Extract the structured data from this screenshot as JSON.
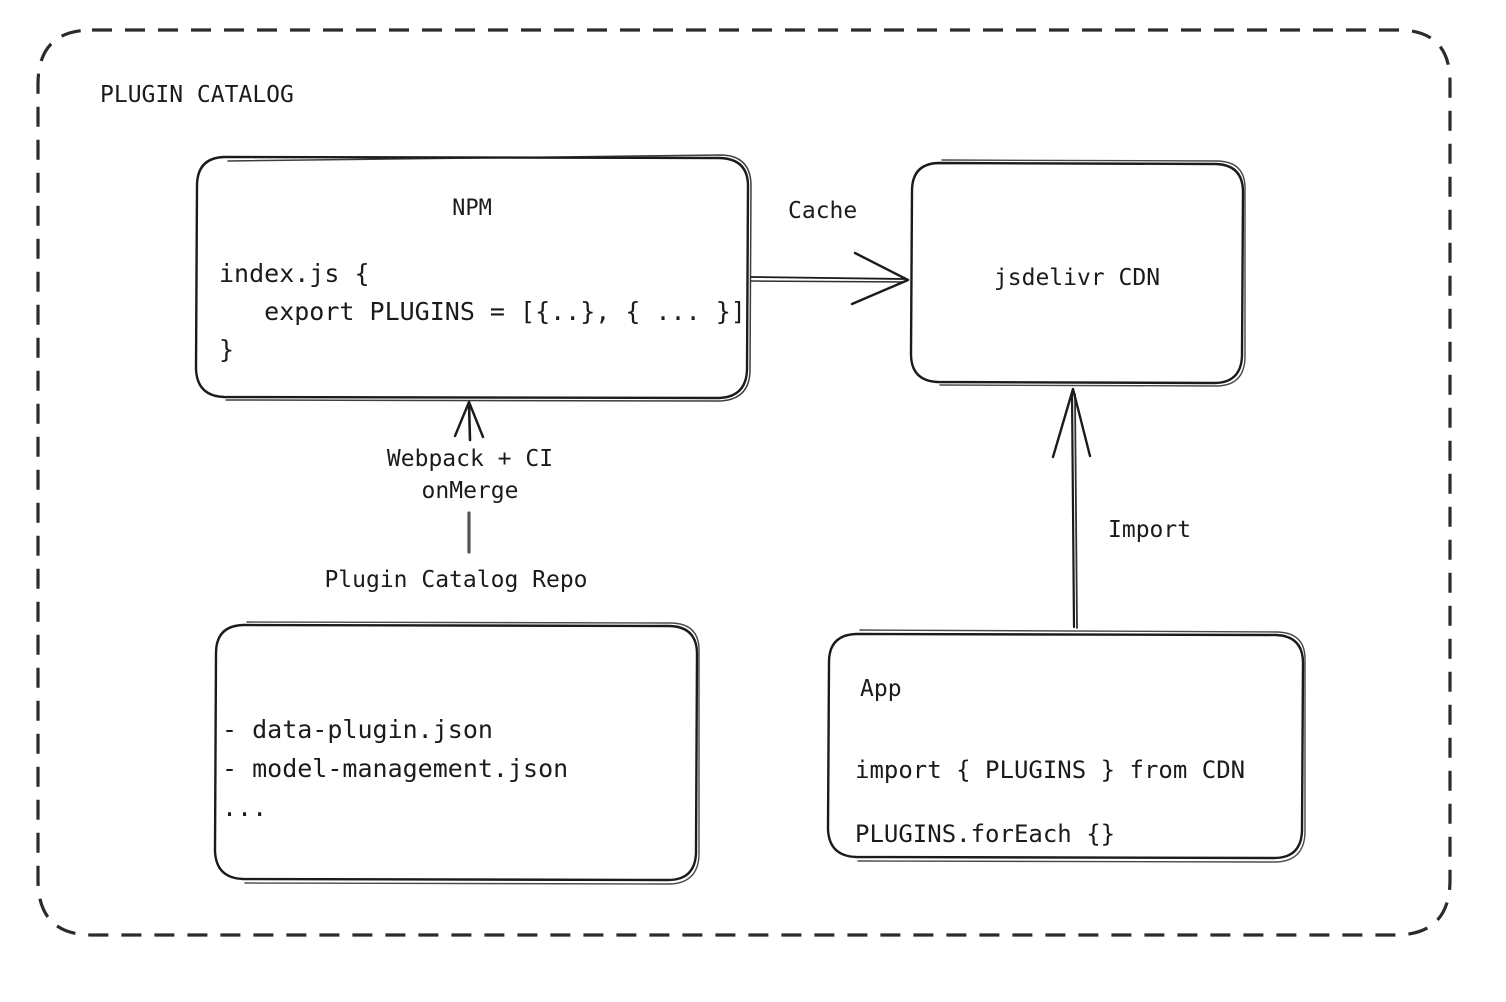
{
  "container": {
    "title": "PLUGIN CATALOG",
    "border_color": "#2b2b2b",
    "background": "#ffffff"
  },
  "nodes": {
    "npm": {
      "title": "NPM",
      "code_lines": [
        "index.js {",
        "   export PLUGINS = [{..}, { ... }]",
        "}"
      ]
    },
    "cdn": {
      "title": "jsdelivr CDN"
    },
    "repo": {
      "caption": "Plugin Catalog Repo",
      "file_lines": [
        "- data-plugin.json",
        "- model-management.json",
        "..."
      ]
    },
    "app": {
      "title": "App",
      "code_lines": [
        "import { PLUGINS } from CDN",
        "PLUGINS.forEach {}"
      ]
    }
  },
  "edges": {
    "cache": {
      "label": "Cache",
      "from": "npm",
      "to": "cdn"
    },
    "build": {
      "label_line1": "Webpack + CI",
      "label_line2": "onMerge",
      "from": "repo",
      "to": "npm"
    },
    "import": {
      "label": "Import",
      "from": "app",
      "to": "cdn"
    }
  },
  "colors": {
    "stroke": "#1b1b1b",
    "text": "#1b1b1b"
  }
}
